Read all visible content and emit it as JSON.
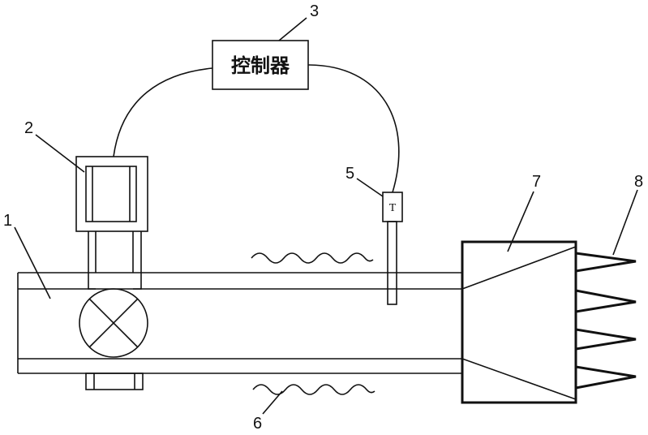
{
  "controller": {
    "label": "控制器"
  },
  "sensor": {
    "label": "T"
  },
  "callouts": [
    {
      "id": "1",
      "text": "1"
    },
    {
      "id": "2",
      "text": "2"
    },
    {
      "id": "3",
      "text": "3"
    },
    {
      "id": "5",
      "text": "5"
    },
    {
      "id": "6",
      "text": "6"
    },
    {
      "id": "7",
      "text": "7"
    },
    {
      "id": "8",
      "text": "8"
    }
  ],
  "colors": {
    "stroke": "#111111",
    "background": "#ffffff"
  }
}
